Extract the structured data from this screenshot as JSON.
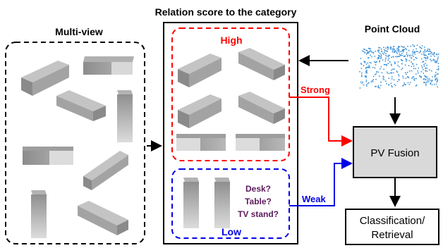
{
  "title": "Relation score to the category",
  "multiview": {
    "label": "Multi-view"
  },
  "pointcloud": {
    "label": "Point Cloud"
  },
  "high_group": {
    "label": "High"
  },
  "low_group": {
    "label": "Low",
    "question_lines": [
      "Desk?",
      "Table?",
      "TV stand?"
    ]
  },
  "edges": {
    "strong": "Strong",
    "weak": "Weak"
  },
  "fusion": {
    "label": "PV Fusion"
  },
  "output": {
    "line1": "Classification/",
    "line2": "Retrieval"
  },
  "colors": {
    "high": "#ff0000",
    "low": "#0000e6",
    "question_text": "#5b1a5b",
    "fusion_fill": "#d9d9d9",
    "points": "#3b8fd6",
    "shape_fill": "#a8a8a8"
  }
}
